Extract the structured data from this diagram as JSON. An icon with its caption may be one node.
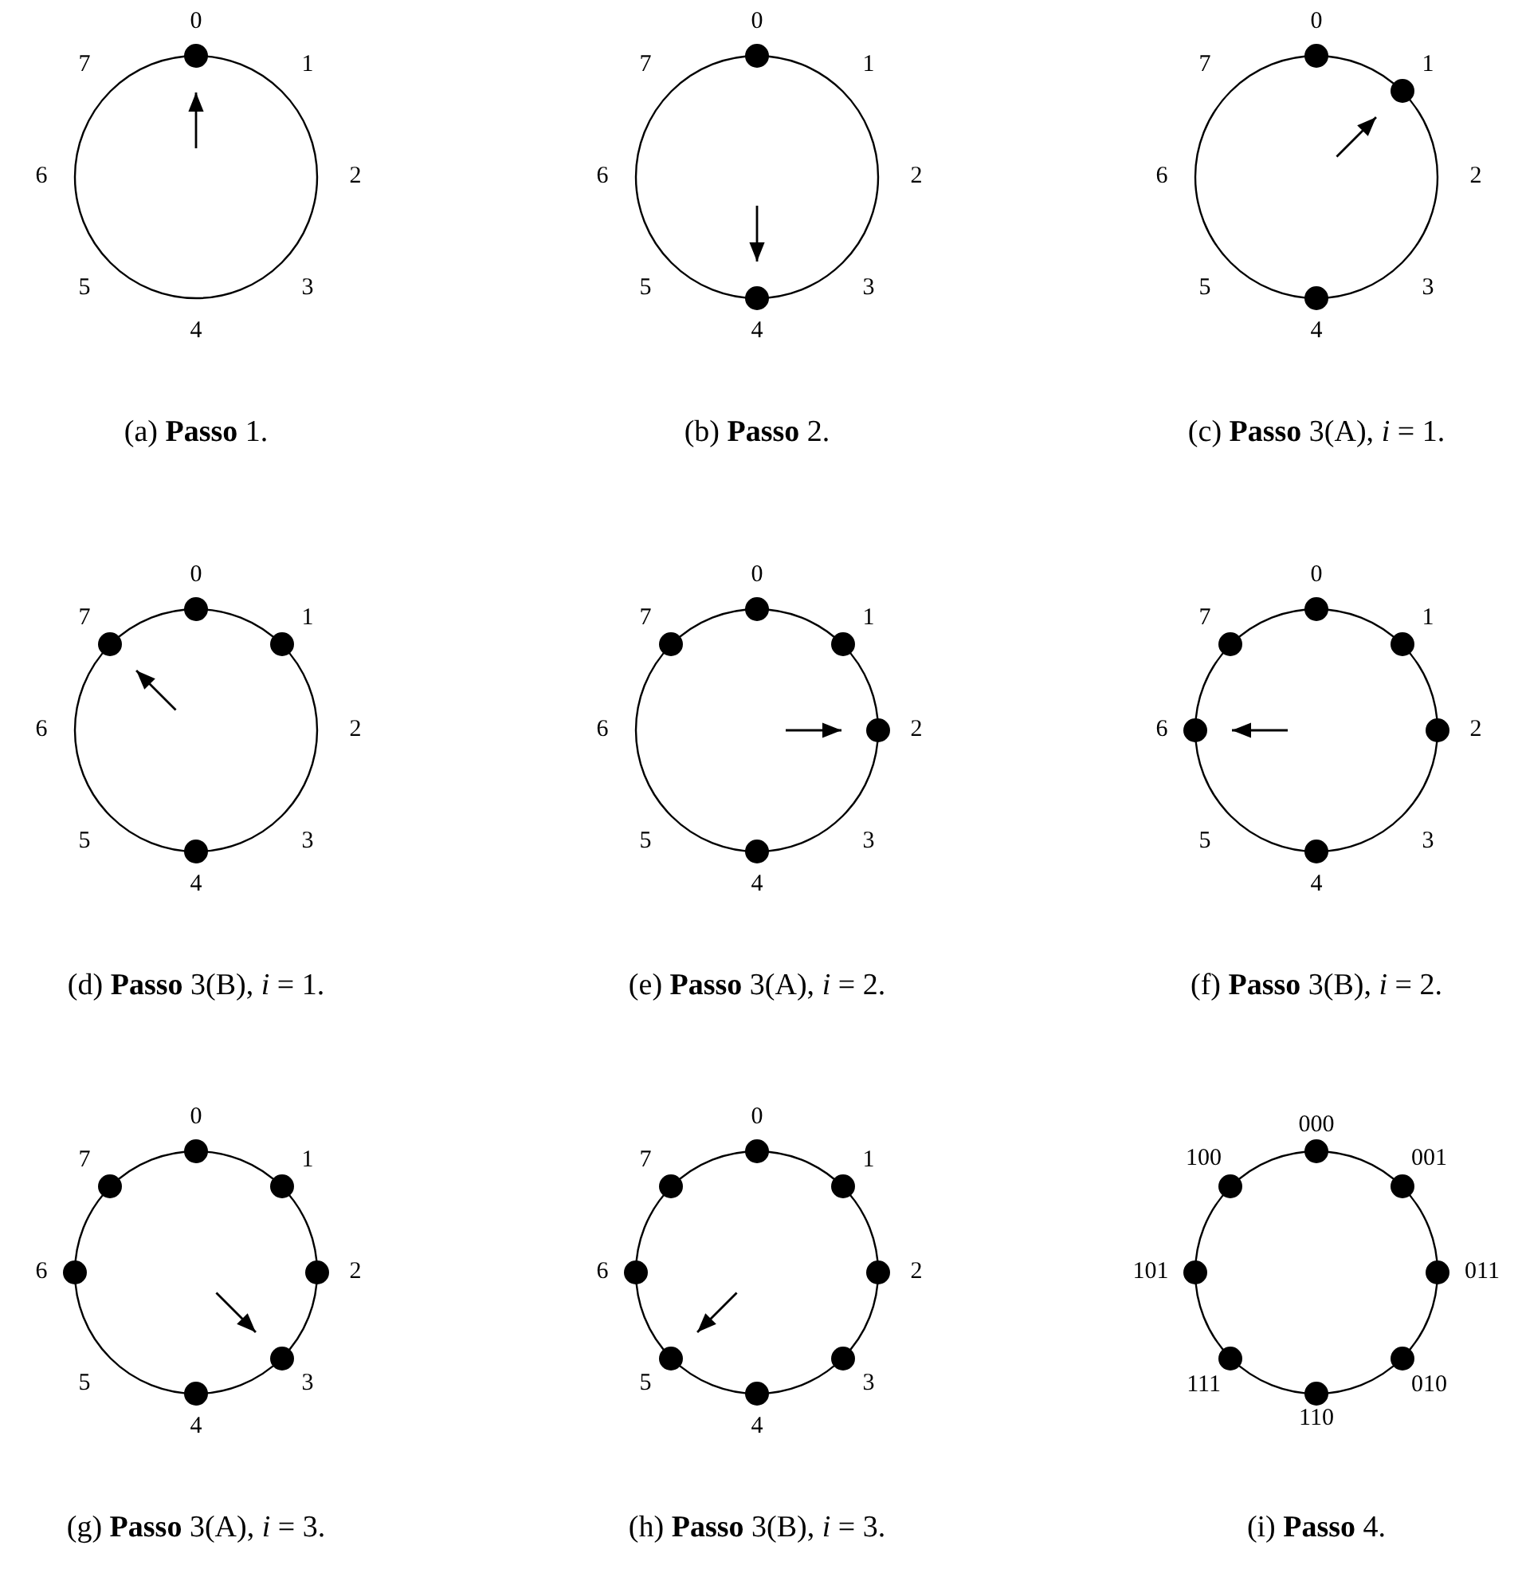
{
  "diagram": {
    "nodes": [
      {
        "text": [],
        "shape": "circle"
      },
      {
        "text": [],
        "shape": "circle"
      },
      {
        "text": [],
        "shape": "circle"
      },
      {
        "text": [],
        "shape": "circle"
      },
      {
        "text": [],
        "shape": "circle"
      },
      {
        "text": [],
        "shape": "circle"
      },
      {
        "text": [],
        "shape": "circle"
      },
      {
        "text": [],
        "shape": "circle"
      },
      {
        "text": [],
        "shape": "circle"
      },
      {
        "text": [],
        "shape": "circle"
      },
      {
        "text": [],
        "shape": "circle"
      },
      {
        "text": [],
        "shape": "circle"
      },
      {
        "text": [],
        "shape": "circle"
      },
      {
        "text": [],
        "shape": "circle"
      },
      {
        "text": [],
        "shape": "circle"
      },
      {
        "text": [],
        "shape": "circle"
      },
      {
        "text": [],
        "shape": "circle"
      },
      {
        "text": [],
        "shape": "circle"
      },
      {
        "text": [],
        "shape": "circle"
      },
      {
        "text": [],
        "shape": "circle"
      },
      {
        "text": [],
        "shape": "circle"
      },
      {
        "text": [],
        "shape": "circle"
      },
      {
        "text": [],
        "shape": "circle"
      },
      {
        "text": [],
        "shape": "circle"
      },
      {
        "text": [],
        "shape": "circle"
      },
      {
        "text": [],
        "shape": "circle"
      },
      {
        "text": [],
        "shape": "circle"
      },
      {
        "text": [],
        "shape": "circle"
      },
      {
        "text": [],
        "shape": "circle"
      },
      {
        "text": [],
        "shape": "circle"
      },
      {
        "text": [],
        "shape": "circle"
      },
      {
        "text": [],
        "shape": "circle"
      },
      {
        "text": [],
        "shape": "circle"
      },
      {
        "text": [],
        "shape": "circle"
      },
      {
        "text": [],
        "shape": "circle"
      },
      {
        "text": [],
        "shape": "circle"
      },
      {
        "text": [],
        "shape": "circle"
      },
      {
        "text": [],
        "shape": "circle"
      },
      {
        "text": [],
        "shape": "circle"
      },
      {
        "text": [],
        "shape": "circle"
      },
      {
        "text": [],
        "shape": "circle"
      },
      {
        "text": [],
        "shape": "circle"
      },
      {
        "text": [],
        "shape": "circle"
      },
      {
        "text": [],
        "shape": "circle"
      }
    ],
    "edges": [
      {
        "from": null,
        "to": 0,
        "arrow": "to"
      },
      {
        "from": null,
        "to": 2,
        "arrow": "to"
      },
      {
        "from": null,
        "to": 4,
        "arrow": "to"
      },
      {
        "from": null,
        "to": 7,
        "arrow": "to"
      },
      {
        "from": null,
        "to": 13,
        "arrow": "to"
      },
      {
        "from": null,
        "to": 18,
        "arrow": "to"
      },
      {
        "from": null,
        "to": 26,
        "arrow": "to"
      },
      {
        "from": null,
        "to": 33,
        "arrow": "to"
      }
    ],
    "labels": [
      "0",
      "1",
      "2",
      "3",
      "4",
      "5",
      "6",
      "7",
      "(a) **Passo** 1.",
      "0",
      "1",
      "2",
      "3",
      "4",
      "5",
      "6",
      "7",
      "(b) **Passo** 2.",
      "0",
      "1",
      "2",
      "3",
      "4",
      "5",
      "6",
      "7",
      "(c) **Passo** 3(A), *i* = 1.",
      "0",
      "1",
      "2",
      "3",
      "4",
      "5",
      "6",
      "7",
      "(d) **Passo** 3(B), *i* = 1.",
      "0",
      "1",
      "2",
      "3",
      "4",
      "5",
      "6",
      "7",
      "(e) **Passo** 3(A), *i* = 2.",
      "0",
      "1",
      "2",
      "3",
      "4",
      "5",
      "6",
      "7",
      "(f) **Passo** 3(B), *i* = 2.",
      "0",
      "1",
      "2",
      "3",
      "4",
      "5",
      "6",
      "7",
      "(g) **Passo** 3(A), *i* = 3.",
      "0",
      "1",
      "2",
      "3",
      "4",
      "5",
      "6",
      "7",
      "(h) **Passo** 3(B), *i* = 3.",
      "000",
      "001",
      "011",
      "010",
      "110",
      "111",
      "101",
      "100",
      "(i) **Passo** 4."
    ]
  }
}
